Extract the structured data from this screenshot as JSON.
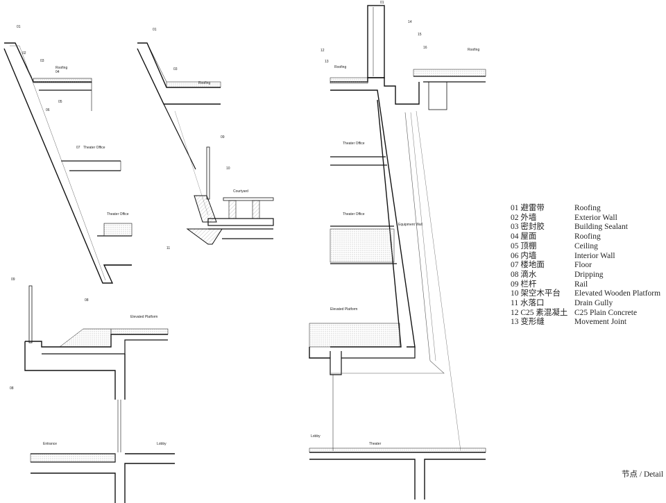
{
  "legend": {
    "items": [
      {
        "num": "01",
        "cn": "避雷带",
        "en": "Roofing"
      },
      {
        "num": "02",
        "cn": "外墙",
        "en": "Exterior Wall"
      },
      {
        "num": "03",
        "cn": "密封胶",
        "en": "Building Sealant"
      },
      {
        "num": "04",
        "cn": "屋面",
        "en": "Roofing"
      },
      {
        "num": "05",
        "cn": "顶棚",
        "en": "Ceiling"
      },
      {
        "num": "06",
        "cn": "内墙",
        "en": "Interior Wall"
      },
      {
        "num": "07",
        "cn": "楼地面",
        "en": "Floor"
      },
      {
        "num": "08",
        "cn": "滴水",
        "en": "Dripping"
      },
      {
        "num": "09",
        "cn": "栏杆",
        "en": "Rail"
      },
      {
        "num": "10",
        "cn": "架空木平台",
        "en": "Elevated Wooden Platform"
      },
      {
        "num": "11",
        "cn": "水落口",
        "en": "Drain Gully"
      },
      {
        "num": "12",
        "cn": "C25 素混凝土",
        "en": "C25 Plain Concrete"
      },
      {
        "num": "13",
        "cn": "变形缝",
        "en": "Movement Joint"
      }
    ]
  },
  "caption": "节点 / Detail",
  "labels": {
    "roofing": "Roofing",
    "theater_office": "Theater Office",
    "courtyard": "Courtyard",
    "elevated_platform": "Elevated Platform",
    "entrance": "Entrance",
    "lobby": "Lobby",
    "theater": "Theater",
    "equipment_wall": "Equipment Wall"
  },
  "callouts": {
    "n01": "01",
    "n02": "02",
    "n03": "03",
    "n04": "04",
    "n05": "05",
    "n06": "06",
    "n07": "07",
    "n08": "08",
    "n09": "09",
    "n10": "10",
    "n11": "11",
    "n12": "12",
    "n13": "13",
    "n14": "14",
    "n15": "15",
    "n16": "16"
  }
}
